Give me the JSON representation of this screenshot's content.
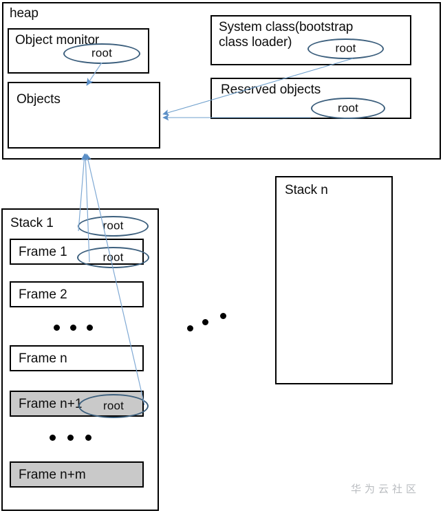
{
  "diagram": {
    "title_watermark": "华为云社区",
    "colors": {
      "box_border": "#000000",
      "ellipse_stroke": "#3c5f7d",
      "arrow": "#5b8fc7",
      "gray_frame_fill": "#c9c9c9",
      "watermark": "#b9bcc0",
      "text": "#0d0d0d"
    }
  },
  "heap": {
    "label": "heap",
    "object_monitor": {
      "label": "Object monitor",
      "root_token": "root"
    },
    "objects": {
      "label": "Objects"
    },
    "system_class": {
      "label": "System class(bootstrap\nclass loader)",
      "root_token": "root"
    },
    "reserved_objects": {
      "label": "Reserved objects",
      "root_token": "root"
    }
  },
  "stack1": {
    "label": "Stack 1",
    "root_token": "root",
    "frames": [
      {
        "label": "Frame 1",
        "gray": false,
        "root_token": "root"
      },
      {
        "label": "Frame 2",
        "gray": false,
        "root_token": null
      },
      {
        "label": "Frame n",
        "gray": false,
        "root_token": null
      },
      {
        "label": "Frame n+1",
        "gray": true,
        "root_token": "root"
      },
      {
        "label": "Frame n+m",
        "gray": true,
        "root_token": null
      }
    ],
    "ellipsis_upper": "• • •",
    "ellipsis_lower": "• • •"
  },
  "stackn": {
    "label": "Stack n"
  },
  "middle_ellipsis": "• • •"
}
